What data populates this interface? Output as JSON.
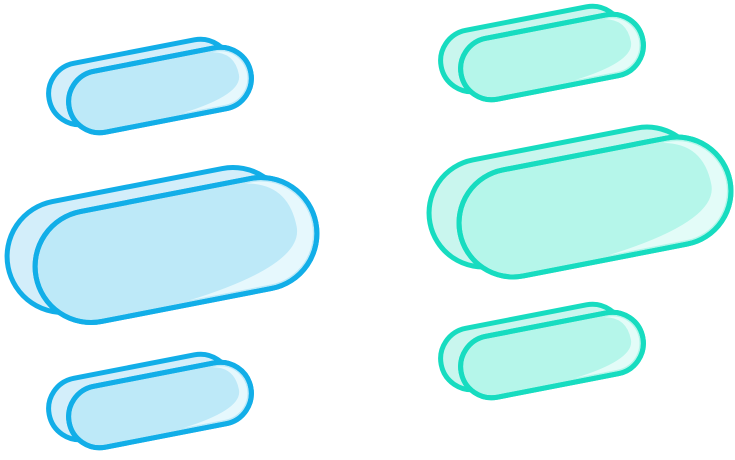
{
  "illustration": {
    "background": "#ffffff",
    "description_free": true,
    "groups": [
      {
        "id": "blue-group",
        "stroke": "#12aee8",
        "fill_back": "#d3eefa",
        "fill_front": "#bde9f8",
        "highlight": "#e6f8fd",
        "icon": "capsule-icon",
        "count": 3
      },
      {
        "id": "teal-group",
        "stroke": "#17dcc0",
        "fill_back": "#c9f6ee",
        "fill_front": "#b5f6ea",
        "highlight": "#e3fcf8",
        "icon": "capsule-icon",
        "count": 3
      }
    ]
  }
}
